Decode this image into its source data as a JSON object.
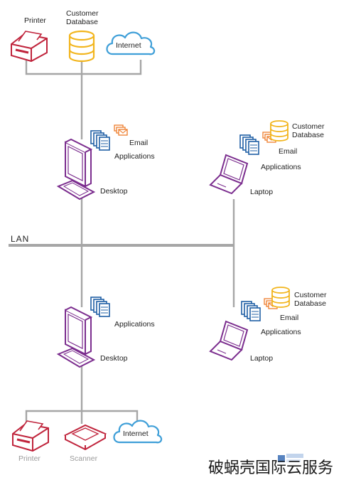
{
  "network_label": "LAN",
  "top_group": {
    "printer": "Printer",
    "database": [
      "Customer",
      "Database"
    ],
    "internet": "Internet"
  },
  "desktop_1": {
    "label": "Desktop",
    "apps": [
      "Email",
      "Applications"
    ]
  },
  "laptop_1": {
    "label": "Laptop",
    "apps": [
      "Email",
      "Applications"
    ],
    "database": [
      "Customer",
      "Database"
    ]
  },
  "desktop_2": {
    "label": "Desktop",
    "apps": [
      "Applications"
    ]
  },
  "laptop_2": {
    "label": "Laptop",
    "apps": [
      "Email",
      "Applications"
    ],
    "database": [
      "Customer",
      "Database"
    ]
  },
  "bottom_group": {
    "printer": "Printer",
    "scanner": "Scanner",
    "internet": "Internet"
  },
  "watermark": "破蜗壳国际云服务",
  "colors": {
    "line": "#a6a6a6",
    "printer": "#c0243c",
    "database": "#f2b51d",
    "cloud": "#3f9fd8",
    "computer": "#7b2d8e",
    "apps": "#1f5fa5",
    "email": "#ee7d2b"
  }
}
